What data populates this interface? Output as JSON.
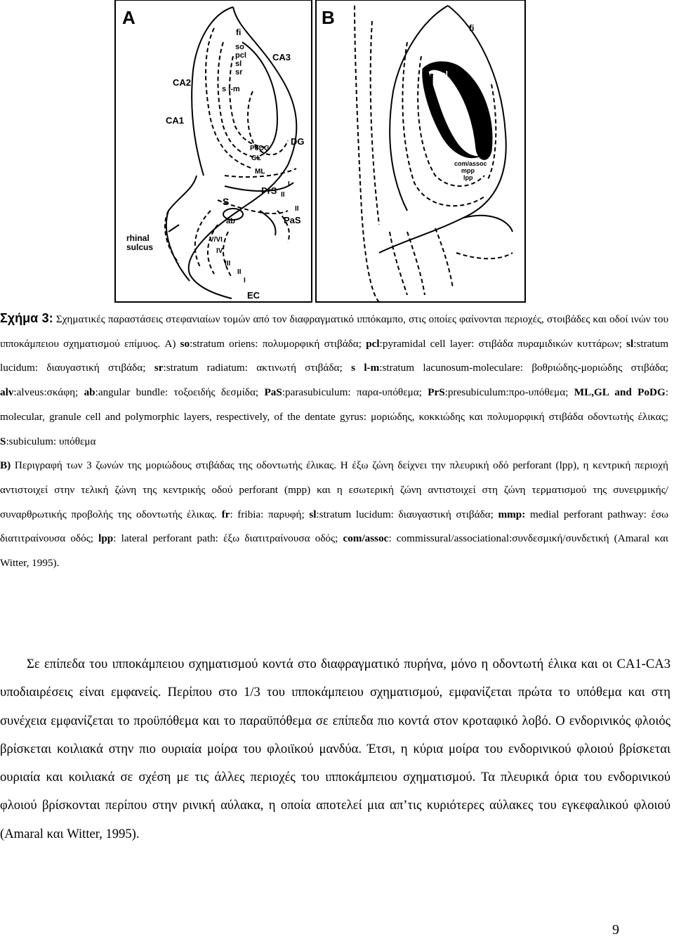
{
  "figure": {
    "panel_a_label": "A",
    "panel_b_label": "B",
    "panel_a": {
      "fi": "fi",
      "so": "so",
      "pcl": "pcl",
      "sl": "sl",
      "sr": "sr",
      "slm": "s l-m",
      "ca3": "CA3",
      "ca2": "CA2",
      "ca1": "CA1",
      "dg": "DG",
      "podg": "PoDG",
      "gl": "GL",
      "ml": "ML",
      "prs": "PrS",
      "i1": "I",
      "ii1": "II",
      "ii2": "II",
      "pas": "PaS",
      "s": "S",
      "ab": "ab",
      "rhinal": "rhinal",
      "sulcus": "sulcus",
      "vvi": "V/VI",
      "iv": "IV",
      "iii": "III",
      "ii3": "II",
      "i2": "I",
      "ec": "EC"
    },
    "panel_b": {
      "fi": "fi",
      "sl": "sl",
      "com_assoc": "com/assoc",
      "mpp": "mpp",
      "lpp": "lpp"
    }
  },
  "caption": {
    "fig_label": "Σχήμα 3:",
    "part_a": {
      "intro": "Σχηματικές παραστάσεις στεφανιαίων τομών από τον διαφραγματικό ιππόκαμπο, στις οποίες φαίνονται περιοχές, στοιβάδες και οδοί ινών του ιπποκάμπειου σχηματισμού επίμυος. A)",
      "so_term": "so",
      "so_def": ":stratum oriens: πολυμορφική στιβάδα;",
      "pcl_term": "pcl",
      "pcl_def": ":pyramidal cell layer: στιβάδα πυραμιδικών κυττάρων;",
      "sl_term": "sl",
      "sl_def": ":stratum lucidum: διαυγαστική στιβάδα;",
      "sr_term": "sr",
      "sr_def": ":stratum radiatum: ακτινωτή στιβάδα;",
      "slm_term": "s l-m",
      "slm_def": ":stratum lacunosum-moleculare: βοθριώδης-μοριώδης στιβάδα;",
      "alv_term": "alv",
      "alv_def": ":alveus:σκάφη;",
      "ab_term": "ab",
      "ab_def": ":angular bundle: τοξοειδής δεσμίδα;",
      "pas_term": "PaS",
      "pas_def": ":parasubiculum: παρα-υπόθεμα;",
      "prs_term": "PrS",
      "prs_def": ":presubiculum:προ-υπόθεμα;",
      "ml_term": "ML,GL and PoDG",
      "ml_def": ": molecular, granule cell and polymorphic layers, respectively, of the dentate gyrus: μοριώδης, κοκκιώδης και πολυμορφική στιβάδα οδοντωτής έλικας;",
      "s_term": "S",
      "s_def": ":subiculum: υπόθεμα"
    },
    "part_b": {
      "label": "B)",
      "text1": "Περιγραφή των 3 ζωνών της μοριώδους στιβάδας της οδοντωτής έλικας. Η έξω ζώνη δείχνει την πλευρική οδό perforant (lpp), η κεντρική περιοχή αντιστοιχεί στην τελική ζώνη της κεντρικής οδού perforant (mpp) και η εσωτερική ζώνη αντιστοιχεί στη ζώνη τερματισμού της συνειρμικής/συναρθρωτικής προβολής της οδοντωτής έλικας.",
      "fr_term": "fr",
      "fr_def": ": fribia: παρυφή;",
      "sl_term": "sl",
      "sl_def": ":stratum lucidum: διαυγαστική στιβάδα;",
      "mmp_term": "mmp:",
      "mmp_def": "medial perforant pathway: έσω διατιτραίνουσα οδός;",
      "lpp_term": "lpp",
      "lpp_def": ": lateral perforant path: έξω διατιτραίνουσα οδός;",
      "com_term": "com/assoc",
      "com_def": ": commissural/associational:συνδεσμική/συνδετική (Amaral και Witter, 1995)."
    }
  },
  "body": {
    "paragraph": "Σε επίπεδα του ιπποκάμπειου σχηματισμού κοντά στο διαφραγματικό πυρήνα, μόνο η οδοντωτή έλικα και οι CA1-CA3 υποδιαιρέσεις είναι εμφανείς. Περίπου στο 1/3 του ιπποκάμπειου σχηματισμού, εμφανίζεται πρώτα το υπόθεμα και στη συνέχεια εμφανίζεται το προϋπόθεμα και το παραϋπόθεμα σε επίπεδα πιο κοντά στον κροταφικό λοβό. Ο ενδορινικός φλοιός βρίσκεται κοιλιακά στην πιο ουριαία μοίρα του φλοιϊκού μανδύα. Έτσι, η κύρια μοίρα του ενδορινικού φλοιού βρίσκεται ουριαία και κοιλιακά σε σχέση με τις άλλες περιοχές του ιπποκάμπειου σχηματισμού. Τα πλευρικά όρια του ενδορινικού φλοιού βρίσκονται περίπου στην ρινική αύλακα, η οποία αποτελεί μια απ’τις κυριότερες αύλακες του εγκεφαλικού φλοιού (Amaral και Witter, 1995)."
  },
  "page_number": "9"
}
